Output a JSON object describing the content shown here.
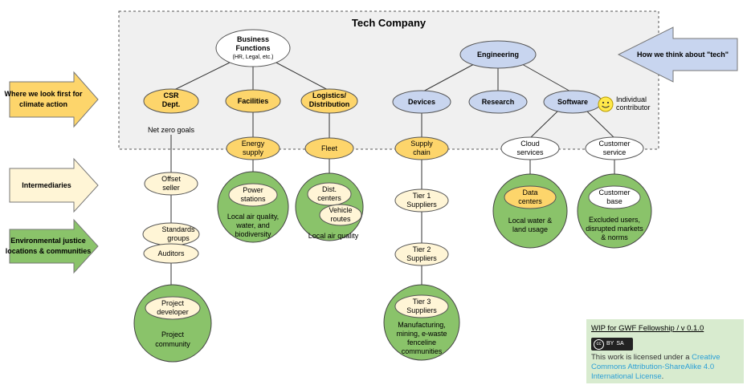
{
  "title": "Tech Company",
  "left_arrows": {
    "where_we_look": "Where we look first for climate action",
    "intermediaries": "Intermediaries",
    "ej": "Environmental justice locations & communities"
  },
  "right_arrow": "How we think about \"tech\"",
  "nodes": {
    "business_functions": {
      "line1": "Business",
      "line2": "Functions",
      "line3": "(HR, Legal, etc.)"
    },
    "csr": {
      "line1": "CSR",
      "line2": "Dept."
    },
    "facilities": "Facilities",
    "logistics": {
      "line1": "Logistics/",
      "line2": "Distribution"
    },
    "engineering": "Engineering",
    "devices": "Devices",
    "research": "Research",
    "software": "Software",
    "individual_contributor": {
      "line1": "Individual",
      "line2": "contributor"
    },
    "net_zero": "Net zero goals",
    "energy_supply": {
      "line1": "Energy",
      "line2": "supply"
    },
    "fleet": "Fleet",
    "supply_chain": {
      "line1": "Supply",
      "line2": "chain"
    },
    "cloud_services": {
      "line1": "Cloud",
      "line2": "services"
    },
    "customer_service": {
      "line1": "Customer",
      "line2": "service"
    },
    "offset_seller": {
      "line1": "Offset",
      "line2": "seller"
    },
    "power_stations": {
      "line1": "Power",
      "line2": "stations"
    },
    "power_impact": {
      "line1": "Local air quality,",
      "line2": "water, and",
      "line3": "biodiversity"
    },
    "dist_centers": {
      "line1": "Dist.",
      "line2": "centers"
    },
    "vehicle_routes": {
      "line1": "Vehicle",
      "line2": "routes"
    },
    "fleet_impact": "Local air quality",
    "tier1": {
      "line1": "Tier 1",
      "line2": "Suppliers"
    },
    "tier2": {
      "line1": "Tier 2",
      "line2": "Suppliers"
    },
    "tier3": {
      "line1": "Tier 3",
      "line2": "Suppliers"
    },
    "tier3_impact": {
      "line1": "Manufacturing,",
      "line2": "mining, e-waste",
      "line3": "fenceline",
      "line4": "communities"
    },
    "data_centers": {
      "line1": "Data",
      "line2": "centers"
    },
    "dc_impact": {
      "line1": "Local water &",
      "line2": "land usage"
    },
    "customer_base": {
      "line1": "Customer",
      "line2": "base"
    },
    "cb_impact": {
      "line1": "Excluded users,",
      "line2": "disrupted markets",
      "line3": "& norms"
    },
    "standards_groups": {
      "line1": "Standards",
      "line2": "groups"
    },
    "auditors": "Auditors",
    "project_developer": {
      "line1": "Project",
      "line2": "developer"
    },
    "project_community": {
      "line1": "Project",
      "line2": "community"
    }
  },
  "license": {
    "wip": "WIP for GWF Fellowship / v 0.1.0",
    "badge_cc": "cc",
    "badge_by": "BY",
    "badge_sa": "SA",
    "text": "This work is licensed under a",
    "link": "Creative Commons Attribution-ShareAlike 4.0 International License",
    "period": "."
  },
  "colors": {
    "yellow": "#fdd56b",
    "blue": "#c8d5ef",
    "green": "#8ac36a",
    "cream": "#fff5d6",
    "license_bg": "#d8ebcf",
    "link": "#2a9fd6"
  }
}
